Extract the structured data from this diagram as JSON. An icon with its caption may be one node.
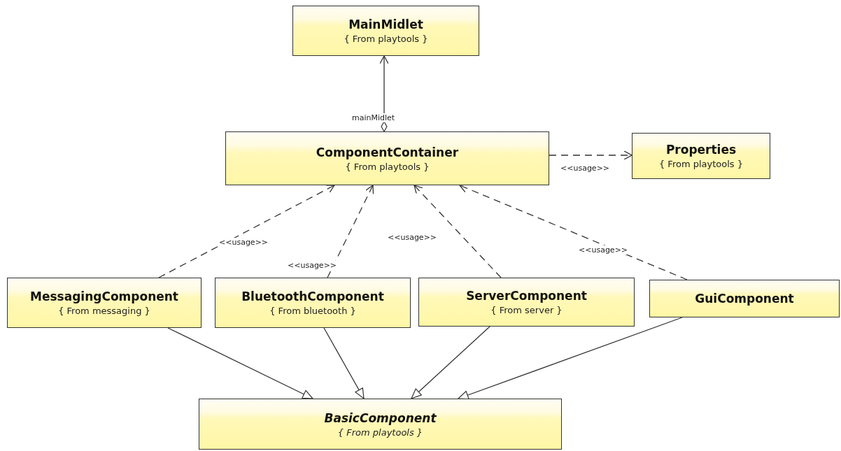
{
  "diagram": {
    "nodes": [
      {
        "text": [
          "MainMidlet",
          "{ From playtools }"
        ]
      },
      {
        "text": [
          "ComponentContainer",
          "{ From playtools }"
        ]
      },
      {
        "text": [
          "Properties",
          "{ From playtools }"
        ]
      },
      {
        "text": [
          "MessagingComponent",
          "{ From messaging }"
        ]
      },
      {
        "text": [
          "BluetoothComponent",
          "{ From bluetooth }"
        ]
      },
      {
        "text": [
          "ServerComponent",
          "{ From server }"
        ]
      },
      {
        "text": [
          "GuiComponent"
        ]
      },
      {
        "text": [
          "BasicComponent",
          "{ From playtools }"
        ]
      }
    ],
    "edges": [
      {
        "from": 1,
        "to": 0,
        "arrow": "to",
        "label": "mainMidlet"
      },
      {
        "from": 1,
        "to": 2,
        "arrow": "to",
        "label": "<<usage>>",
        "style": "dashed"
      },
      {
        "from": 3,
        "to": 1,
        "arrow": "to",
        "label": "<<usage>>",
        "style": "dashed"
      },
      {
        "from": 4,
        "to": 1,
        "arrow": "to",
        "label": "<<usage>>",
        "style": "dashed"
      },
      {
        "from": 5,
        "to": 1,
        "arrow": "to",
        "label": "<<usage>>",
        "style": "dashed"
      },
      {
        "from": 6,
        "to": 1,
        "arrow": "to",
        "label": "<<usage>>",
        "style": "dashed"
      },
      {
        "from": 3,
        "to": 7,
        "arrow": "to"
      },
      {
        "from": 4,
        "to": 7,
        "arrow": "to"
      },
      {
        "from": 5,
        "to": 7,
        "arrow": "to"
      },
      {
        "from": 6,
        "to": 7,
        "arrow": "to"
      }
    ]
  }
}
